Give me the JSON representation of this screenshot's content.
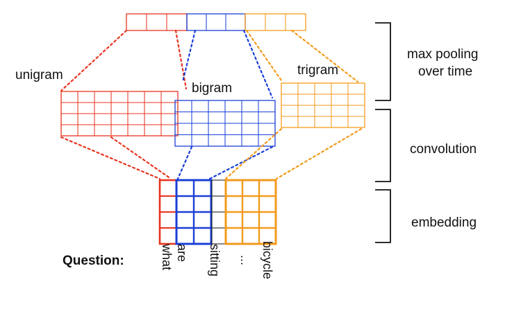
{
  "colors": {
    "unigram": "#e8321e",
    "bigram": "#1a3fd6",
    "trigram": "#f39a1b",
    "ink": "#111111"
  },
  "labels": {
    "unigram": "unigram",
    "bigram": "bigram",
    "trigram": "trigram",
    "max_pooling": [
      "max pooling",
      "over time"
    ],
    "convolution": "convolution",
    "embedding": "embedding",
    "question": "Question:"
  },
  "words": [
    "what",
    "are",
    "sitting",
    "...",
    "bicycle"
  ]
}
